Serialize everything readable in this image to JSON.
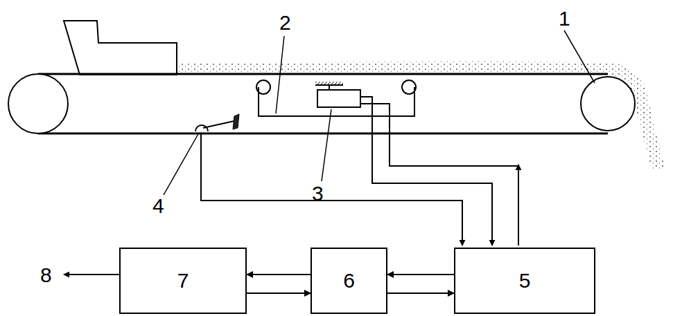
{
  "diagram": {
    "nodes": [
      {
        "text": [
          "7"
        ]
      },
      {
        "text": [
          "6"
        ]
      },
      {
        "text": [
          "5"
        ]
      }
    ],
    "edges": [
      {
        "from": 2,
        "to": 1,
        "arrow": "to"
      },
      {
        "from": 1,
        "to": 2,
        "arrow": "to"
      },
      {
        "from": 1,
        "to": 0,
        "arrow": "to"
      },
      {
        "from": 0,
        "to": 1,
        "arrow": "to"
      }
    ],
    "labels": [
      "1",
      "2",
      "3",
      "4",
      "8"
    ]
  }
}
